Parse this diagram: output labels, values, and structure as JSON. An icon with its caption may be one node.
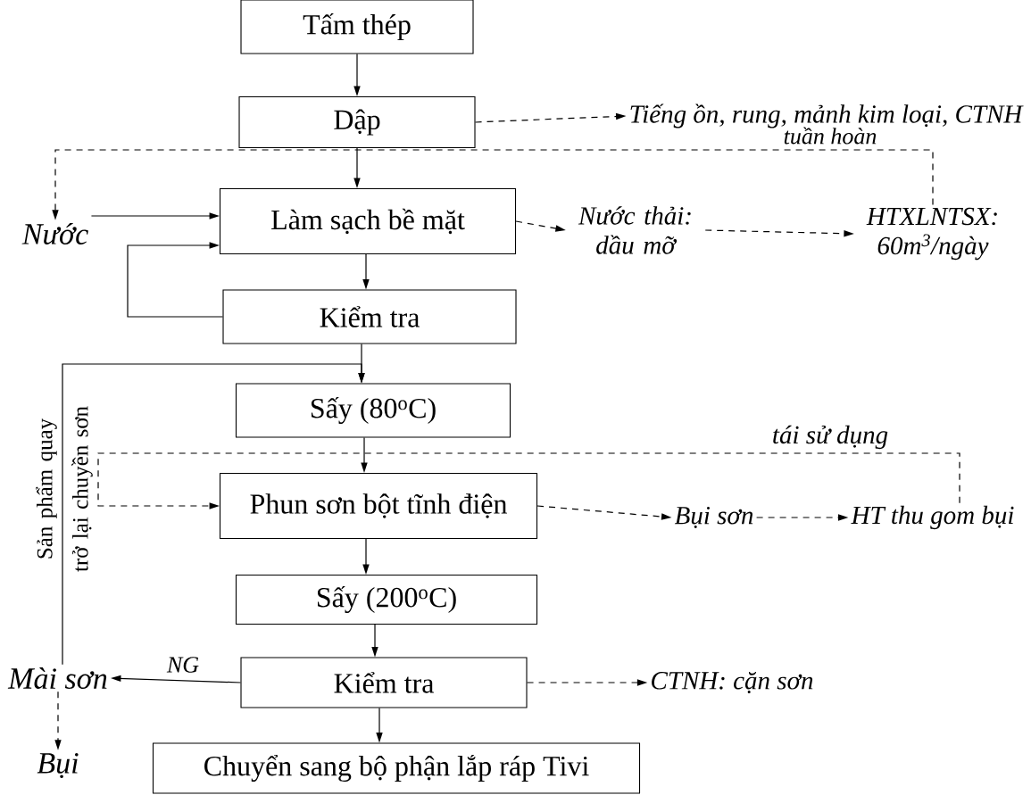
{
  "diagram": {
    "nodes": [
      {
        "text": [
          "Tấm thép"
        ]
      },
      {
        "text": [
          "Dập"
        ]
      },
      {
        "text": [
          "Tiếng ồn, rung, mảnh kim loại, CTNH"
        ]
      },
      {
        "text": [
          "Làm sạch bề mặt"
        ]
      },
      {
        "text": [
          "Nước"
        ]
      },
      {
        "text": [
          "Nước thải: dầu mỡ"
        ]
      },
      {
        "text": [
          "HTXLNTSX: 60m$^{3}$/ngày"
        ]
      },
      {
        "text": [
          "Kiểm tra"
        ]
      },
      {
        "text": [
          "Sấy (80$^{o}$C)"
        ]
      },
      {
        "text": [
          "Phun sơn bột tĩnh điện"
        ]
      },
      {
        "text": [
          "Bụi sơn"
        ]
      },
      {
        "text": [
          "HT thu gom bụi"
        ]
      },
      {
        "text": [
          "Sấy (200$^{o}$C)"
        ]
      },
      {
        "text": [
          "Kiểm tra"
        ]
      },
      {
        "text": [
          "Mài sơn"
        ]
      },
      {
        "text": [
          "CTNH: cặn sơn"
        ]
      },
      {
        "text": [
          "Bụi"
        ]
      },
      {
        "text": [
          "Chuyển sang bộ phận lắp ráp Tivi"
        ]
      }
    ],
    "edges": [
      {
        "from": 0,
        "to": 1,
        "arrow": "to"
      },
      {
        "from": 1,
        "to": 2,
        "arrow": "to",
        "style": "dashed"
      },
      {
        "from": 1,
        "to": 3,
        "arrow": "to"
      },
      {
        "from": 4,
        "to": 3,
        "arrow": "to"
      },
      {
        "from": 3,
        "to": 5,
        "arrow": "to",
        "style": "dashed"
      },
      {
        "from": 5,
        "to": 6,
        "arrow": "to",
        "style": "dashed"
      },
      {
        "from": 6,
        "to": 4,
        "arrow": "to",
        "style": "dashed",
        "label": "tuần hoàn"
      },
      {
        "from": 3,
        "to": 7,
        "arrow": "to"
      },
      {
        "from": 7,
        "to": 3,
        "arrow": "to"
      },
      {
        "from": 7,
        "to": 8,
        "arrow": "to"
      },
      {
        "from": 14,
        "to": 8,
        "arrow": "to",
        "label": "Sản phẩm quay trở lại chuyền sơn"
      },
      {
        "from": 8,
        "to": 9,
        "arrow": "to"
      },
      {
        "from": 11,
        "to": 9,
        "arrow": "to",
        "style": "dashed",
        "label": "tái sử dụng"
      },
      {
        "from": 9,
        "to": 10,
        "arrow": "to",
        "style": "dashed"
      },
      {
        "from": 10,
        "to": 11,
        "arrow": "to",
        "style": "dashed"
      },
      {
        "from": 9,
        "to": 12,
        "arrow": "to"
      },
      {
        "from": 12,
        "to": 13,
        "arrow": "to"
      },
      {
        "from": 13,
        "to": 14,
        "arrow": "to",
        "label": "NG"
      },
      {
        "from": 13,
        "to": 15,
        "arrow": "to",
        "style": "dashed"
      },
      {
        "from": 14,
        "to": 16,
        "arrow": "to",
        "style": "dashed"
      },
      {
        "from": 13,
        "to": 17,
        "arrow": "to"
      }
    ]
  }
}
